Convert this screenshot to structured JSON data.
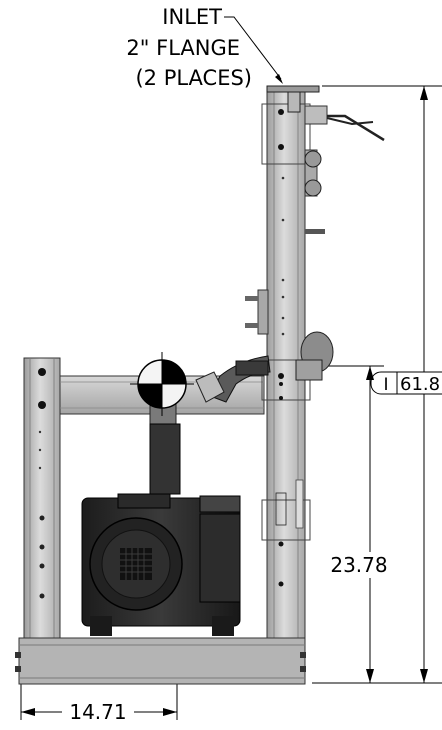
{
  "callout": {
    "line1": "INLET",
    "line2": "2\" FLANGE",
    "line3": "(2 PLACES)"
  },
  "dimensions": {
    "overall_height": "61.8",
    "outlet_height": "23.78",
    "base_width": "14.71"
  },
  "dimension_symbol": "I",
  "colors": {
    "frame": "#c4c4c4",
    "frame_dark": "#8a8a8a",
    "motor": "#2a2a2a",
    "line": "#000000"
  }
}
